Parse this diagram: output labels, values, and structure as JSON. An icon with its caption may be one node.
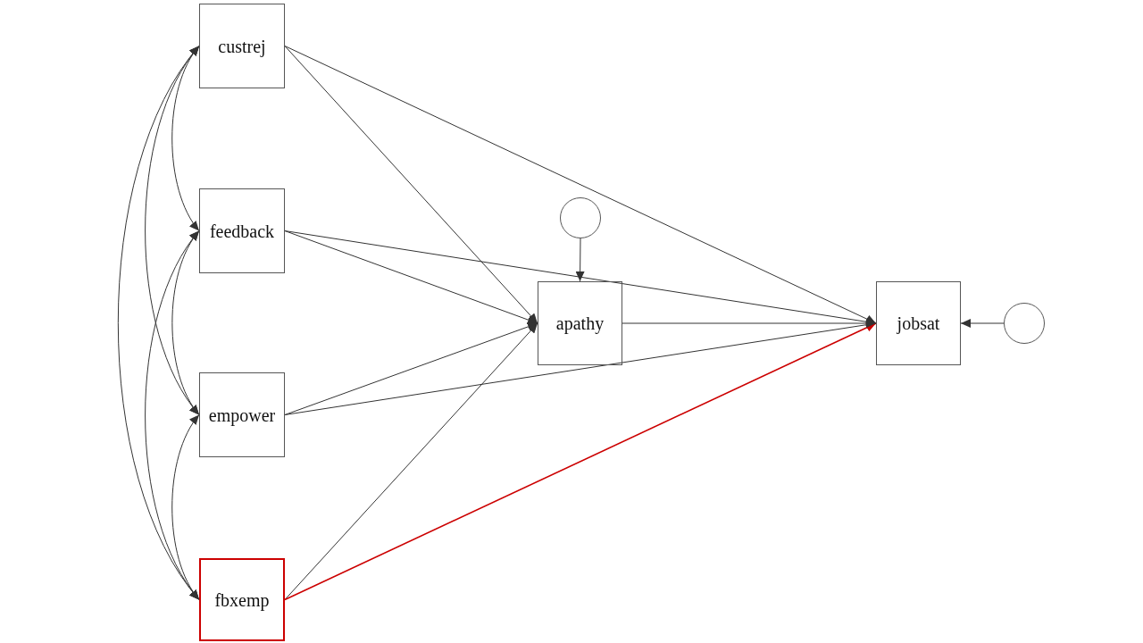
{
  "diagram": {
    "nodes": [
      {
        "text": [
          "custrej"
        ]
      },
      {
        "text": [
          "feedback"
        ]
      },
      {
        "text": [
          "empower"
        ]
      },
      {
        "text": [
          "fbxemp"
        ]
      },
      {
        "text": [],
        "shape": "circle"
      },
      {
        "text": [
          "apathy"
        ]
      },
      {
        "text": [
          "jobsat"
        ]
      },
      {
        "text": [],
        "shape": "circle"
      }
    ],
    "edges": [
      {
        "from": 0,
        "to": 1,
        "arrow": "both"
      },
      {
        "from": 0,
        "to": 2,
        "arrow": "both"
      },
      {
        "from": 0,
        "to": 3,
        "arrow": "both"
      },
      {
        "from": 1,
        "to": 2,
        "arrow": "both"
      },
      {
        "from": 1,
        "to": 3,
        "arrow": "both"
      },
      {
        "from": 2,
        "to": 3,
        "arrow": "both"
      },
      {
        "from": 0,
        "to": 5,
        "arrow": "to"
      },
      {
        "from": 0,
        "to": 6,
        "arrow": "to"
      },
      {
        "from": 1,
        "to": 5,
        "arrow": "to"
      },
      {
        "from": 1,
        "to": 6,
        "arrow": "to"
      },
      {
        "from": 2,
        "to": 5,
        "arrow": "to"
      },
      {
        "from": 2,
        "to": 6,
        "arrow": "to"
      },
      {
        "from": 3,
        "to": 5,
        "arrow": "to"
      },
      {
        "from": 3,
        "to": 6,
        "arrow": "to",
        "color": "#cc0000"
      },
      {
        "from": 5,
        "to": 6,
        "arrow": "to"
      },
      {
        "from": 4,
        "to": 5,
        "arrow": "to"
      },
      {
        "from": 7,
        "to": 6,
        "arrow": "to"
      }
    ]
  }
}
